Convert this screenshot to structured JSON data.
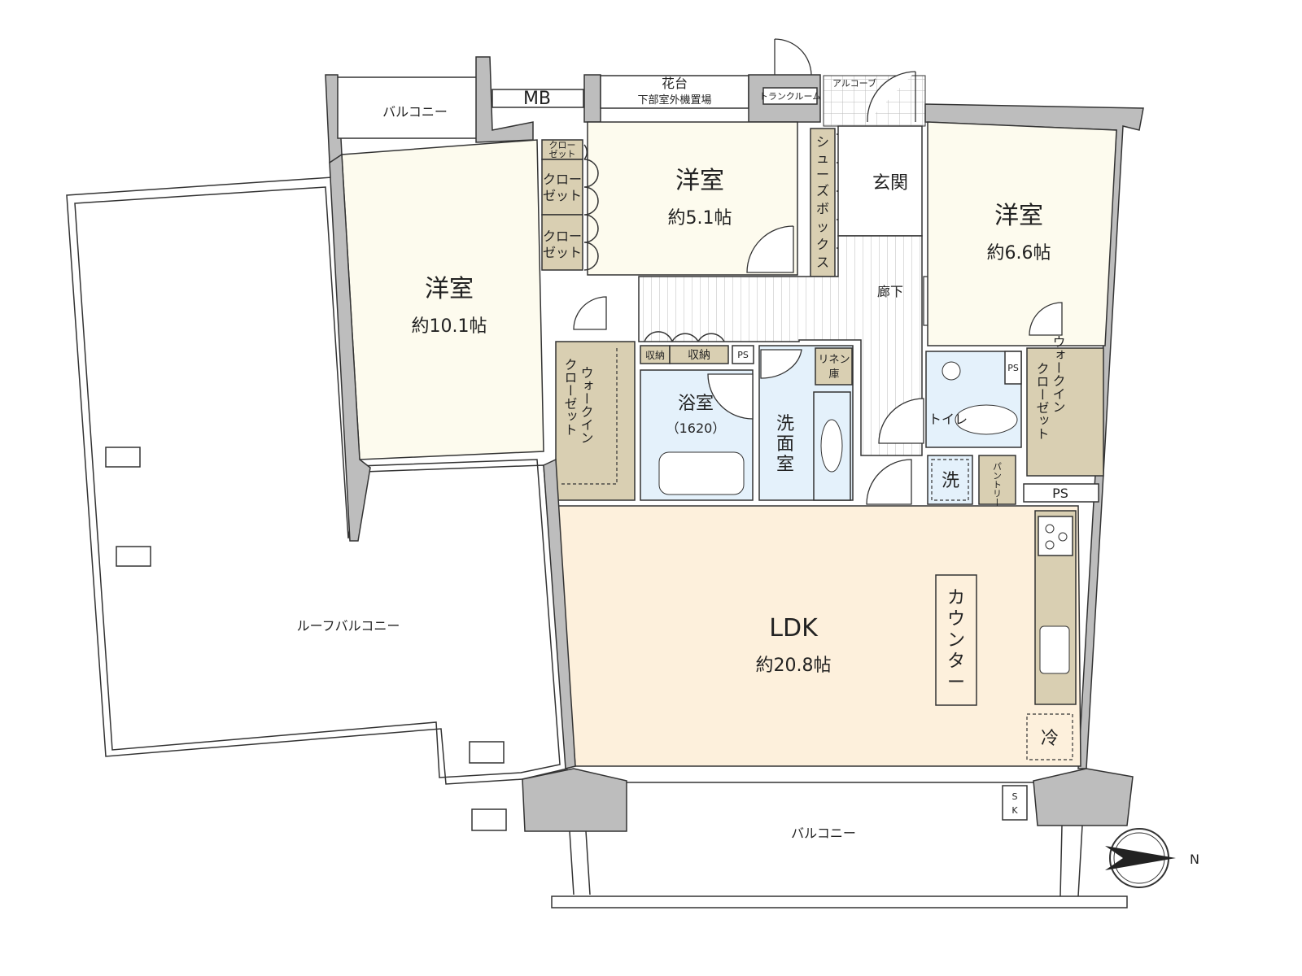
{
  "rooms": {
    "west_room": {
      "name": "洋室",
      "size": "約10.1帖"
    },
    "north_room": {
      "name": "洋室",
      "size": "約5.1帖"
    },
    "east_room": {
      "name": "洋室",
      "size": "約6.6帖"
    },
    "ldk": {
      "name": "LDK",
      "size": "約20.8帖"
    },
    "entrance": "玄関",
    "hallway": "廊下",
    "bath": {
      "name": "浴室",
      "size": "（1620）"
    },
    "washroom": [
      "洗",
      "面",
      "室"
    ],
    "toilet": "トイレ",
    "laundry": "洗",
    "fridge": "冷",
    "counter": [
      "カ",
      "ウ",
      "ン",
      "タ",
      "ー"
    ]
  },
  "storage": {
    "closet_small": [
      "クロー",
      "ゼット"
    ],
    "closet": [
      "クロー",
      "ゼット"
    ],
    "shoe_box": [
      "シ",
      "ュ",
      "ー",
      "ズ",
      "ボ",
      "ッ",
      "ク",
      "ス"
    ],
    "walkin_closet": [
      "ウォークイン",
      "クローゼット"
    ],
    "storage_label": "収納",
    "linen": [
      "リネン",
      "庫"
    ],
    "pantry": "パントリー",
    "ps": "PS",
    "sk": [
      "S",
      "K"
    ]
  },
  "exterior": {
    "balcony_top": "バルコニー",
    "mb": "MB",
    "planter": [
      "花台",
      "下部室外機置場"
    ],
    "trunk_room": "トランクルーム",
    "alcove": "アルコーブ",
    "roof_balcony": "ルーフバルコニー",
    "balcony_bottom": "バルコニー"
  },
  "compass": {
    "label": "N"
  },
  "colors": {
    "wall": "#bdbdbd",
    "room": "#fdfbee",
    "ldk": "#fdf0dc",
    "storage": "#d9cfb2",
    "wet_area": "#e4f1fb"
  }
}
